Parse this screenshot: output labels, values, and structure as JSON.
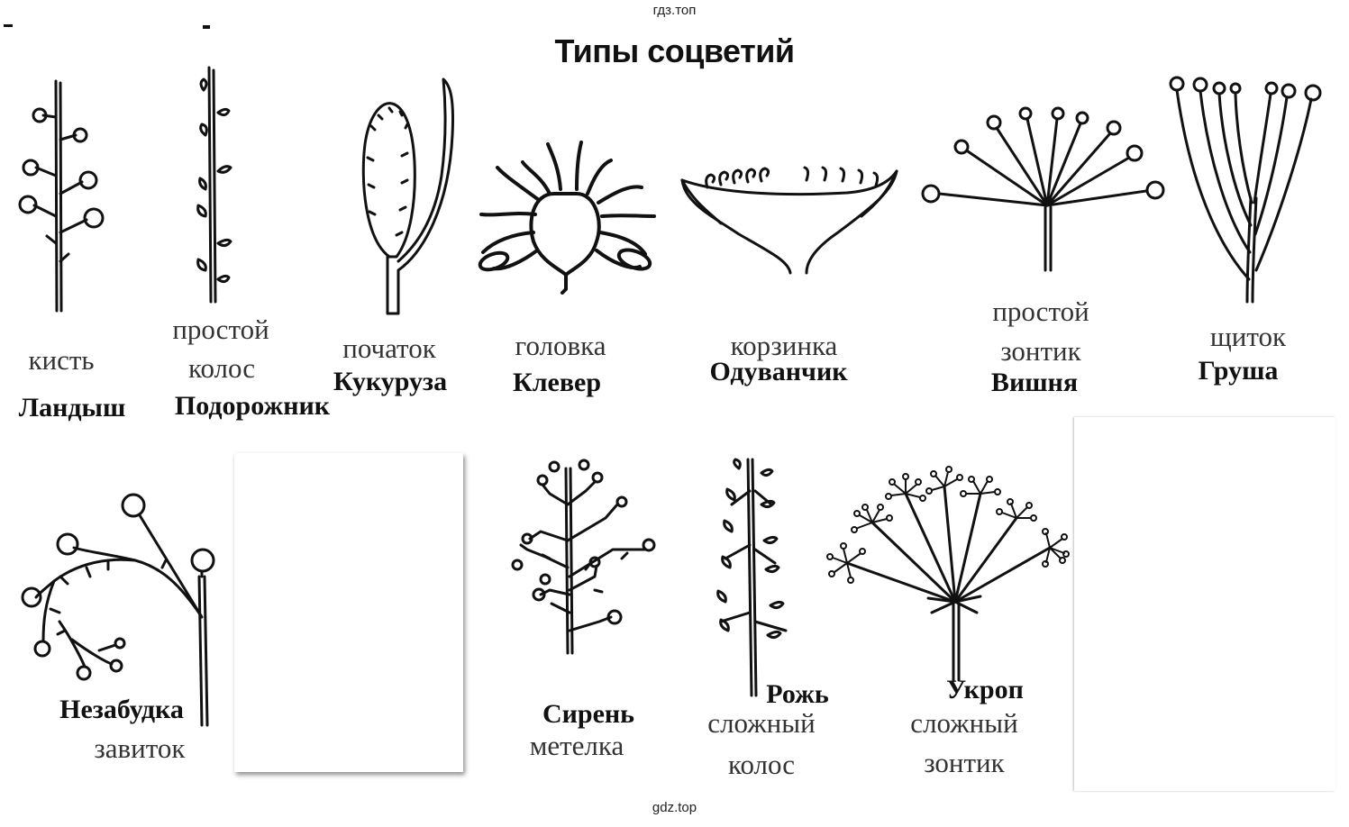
{
  "watermark_top": "гдз.топ",
  "watermark_bottom": "gdz.top",
  "title": "Типы соцветий",
  "row1": [
    {
      "type": "кисть",
      "plant": "Ландыш"
    },
    {
      "type_line1": "простой",
      "type_line2": "колос",
      "plant": "Подорожник"
    },
    {
      "type": "початок",
      "plant": "Кукуруза"
    },
    {
      "type": "головка",
      "plant": "Клевер"
    },
    {
      "type": "корзинка",
      "plant": "Одуванчик"
    },
    {
      "type_line1": "простой",
      "type_line2": "зонтик",
      "plant": "Вишня"
    },
    {
      "type": "щиток",
      "plant": "Груша"
    }
  ],
  "row2": [
    {
      "plant": "Незабудка",
      "type": "завиток"
    },
    {
      "plant": "Сирень",
      "type": "метелка"
    },
    {
      "plant": "Рожь",
      "type_line1": "сложный",
      "type_line2": "колос"
    },
    {
      "plant": "Укроп",
      "type_line1": "сложный",
      "type_line2": "зонтик"
    }
  ]
}
